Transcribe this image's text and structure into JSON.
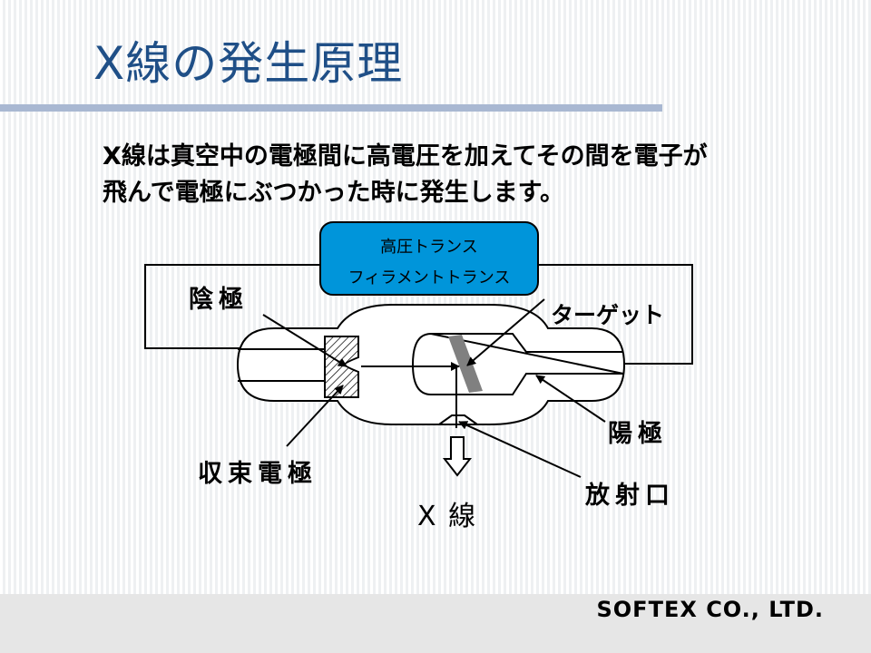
{
  "title": "X線の発生原理",
  "description": {
    "line1": "X線は真空中の電極間に高電圧を加えてその間を電子が",
    "line2": "飛んで電極にぶつかった時に発生します。"
  },
  "diagram": {
    "transformer_line1": "高圧トランス",
    "transformer_line2": "フィラメントトランス",
    "cathode": "陰極",
    "target": "ターゲット",
    "anode": "陽極",
    "focusing_electrode": "収束電極",
    "xray": "X 線",
    "window": "放射口"
  },
  "footer": "SOFTEX CO., LTD.",
  "colors": {
    "title": "#1f4f87",
    "title_rule": "#a9b8d2",
    "transformer_box": "#0095da"
  }
}
